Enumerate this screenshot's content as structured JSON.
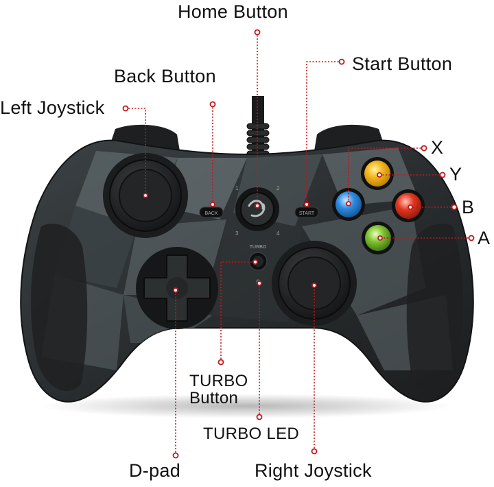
{
  "labels": {
    "home": "Home Button",
    "start": "Start Button",
    "back": "Back Button",
    "left_joystick": "Left Joystick",
    "x": "X",
    "y": "Y",
    "b": "B",
    "a": "A",
    "turbo_button_line1": "TURBO",
    "turbo_button_line2": "Button",
    "turbo_led": "TURBO LED",
    "dpad": "D-pad",
    "right_joystick": "Right Joystick"
  },
  "buttons": {
    "back_text": "BACK",
    "start_text": "START",
    "turbo_text": "TURBO"
  },
  "colors": {
    "leader": "#c4161c",
    "body_dark": "#2b2d2f",
    "camo_light": "#6f7a7d",
    "button_y": "#f2b418",
    "button_x": "#2c8be0",
    "button_b": "#e2351f",
    "button_a": "#7cc12e"
  }
}
